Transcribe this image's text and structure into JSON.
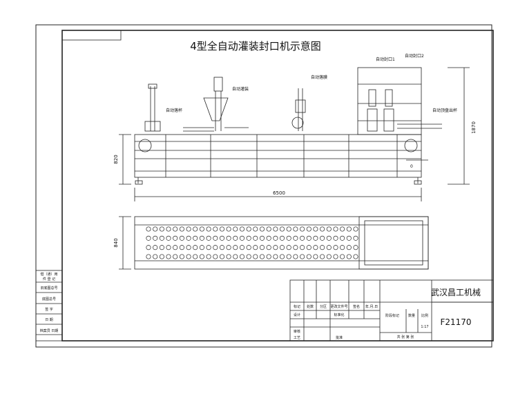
{
  "drawing": {
    "title": "4型全自动灌装封口机示意图",
    "labels": {
      "cup_dropper": "自动落杯",
      "filler": "自动灌装",
      "film_cover": "自动落膜",
      "sealer_1": "自动封口1",
      "sealer_2": "自动封口2",
      "tray_out": "自动顶盘出杯"
    },
    "dimensions": {
      "overall_length": "6500",
      "overall_height": "1870",
      "frame_height": "820",
      "plan_width": "840",
      "small_zero": "0"
    }
  },
  "side_stamp": {
    "rows": [
      "借（通）用",
      "件 登 记",
      "旧底图总号",
      "底图总号",
      "签 字",
      "日 期",
      "档案员 日期"
    ]
  },
  "title_block": {
    "company": "武汉昌工机械",
    "drawing_no": "F21170",
    "scale": "1:17",
    "headers": [
      "标记",
      "处数",
      "分区",
      "更改文件号",
      "签名",
      "年.月.日"
    ],
    "design": "设计",
    "standardize": "标准化",
    "review": "审核",
    "process": "工艺",
    "approve": "批准",
    "stage_mark": "阶段标记",
    "weight": "数量",
    "ratio": "比例",
    "sheets": "共  张  第  张"
  }
}
